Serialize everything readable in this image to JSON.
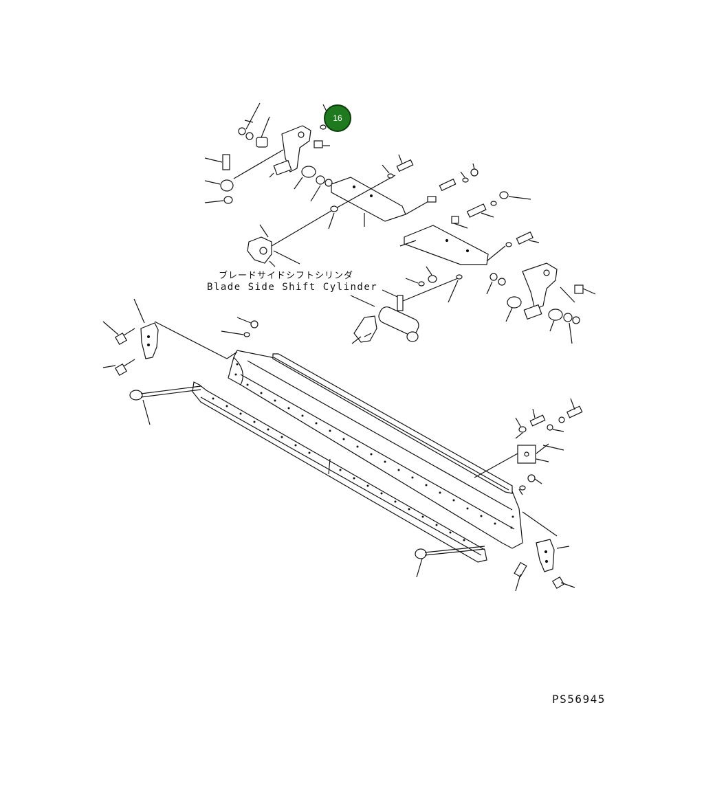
{
  "diagram": {
    "label_jp": "ブレードサイドシフトシリンダ",
    "label_en": "Blade Side Shift Cylinder",
    "drawing_code": "PS56945"
  },
  "callouts": [
    {
      "number": "16",
      "color": "#1f7a1f"
    }
  ]
}
